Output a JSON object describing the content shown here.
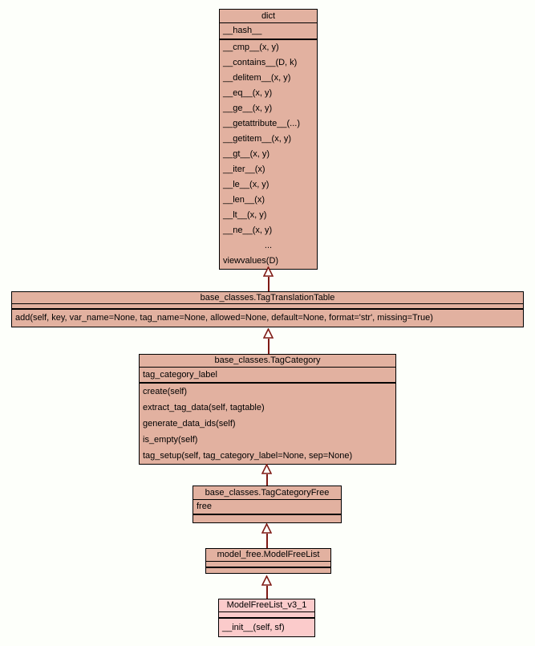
{
  "diagram": {
    "type": "uml-class-inheritance",
    "colors": {
      "background": "#fdfffa",
      "box_fill": "#e2b1a0",
      "highlight_fill": "#fbcbcb",
      "border": "#000000",
      "arrow": "#7f1a15"
    },
    "classes": [
      {
        "name": "dict",
        "attributes": [
          "__hash__"
        ],
        "methods": [
          "__cmp__(x, y)",
          "__contains__(D, k)",
          "__delitem__(x, y)",
          "__eq__(x, y)",
          "__ge__(x, y)",
          "__getattribute__(...)",
          "__getitem__(x, y)",
          "__gt__(x, y)",
          "__iter__(x)",
          "__le__(x, y)",
          "__len__(x)",
          "__lt__(x, y)",
          "__ne__(x, y)",
          "...",
          "viewvalues(D)"
        ],
        "highlighted": false
      },
      {
        "name": "base_classes.TagTranslationTable",
        "attributes": [],
        "methods": [
          "add(self, key, var_name=None, tag_name=None, allowed=None, default=None, format='str', missing=True)"
        ],
        "highlighted": false
      },
      {
        "name": "base_classes.TagCategory",
        "attributes": [
          "tag_category_label"
        ],
        "methods": [
          "create(self)",
          "extract_tag_data(self, tagtable)",
          "generate_data_ids(self)",
          "is_empty(self)",
          "tag_setup(self, tag_category_label=None, sep=None)"
        ],
        "highlighted": false
      },
      {
        "name": "base_classes.TagCategoryFree",
        "attributes": [
          "free"
        ],
        "methods": [],
        "highlighted": false
      },
      {
        "name": "model_free.ModelFreeList",
        "attributes": [],
        "methods": [],
        "highlighted": false
      },
      {
        "name": "ModelFreeList_v3_1",
        "attributes": [],
        "methods": [
          "__init__(self, sf)"
        ],
        "highlighted": true
      }
    ],
    "inheritance_edges": [
      {
        "from": "base_classes.TagTranslationTable",
        "to": "dict"
      },
      {
        "from": "base_classes.TagCategory",
        "to": "base_classes.TagTranslationTable"
      },
      {
        "from": "base_classes.TagCategoryFree",
        "to": "base_classes.TagCategory"
      },
      {
        "from": "model_free.ModelFreeList",
        "to": "base_classes.TagCategoryFree"
      },
      {
        "from": "ModelFreeList_v3_1",
        "to": "model_free.ModelFreeList"
      }
    ]
  }
}
